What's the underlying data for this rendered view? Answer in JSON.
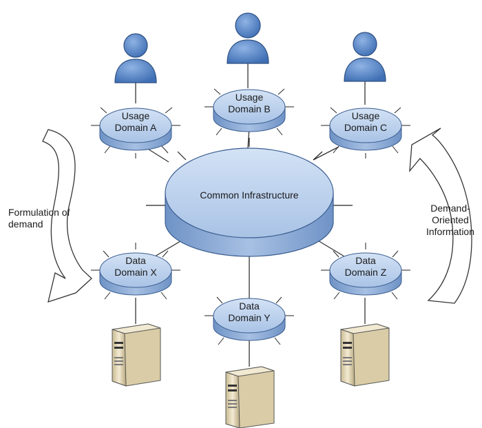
{
  "diagram": {
    "center": {
      "label": "Common Infrastructure"
    },
    "usage_domains": [
      {
        "line1": "Usage",
        "line2": "Domain A"
      },
      {
        "line1": "Usage",
        "line2": "Domain B"
      },
      {
        "line1": "Usage",
        "line2": "Domain C"
      }
    ],
    "data_domains": [
      {
        "line1": "Data",
        "line2": "Domain X"
      },
      {
        "line1": "Data",
        "line2": "Domain Y"
      },
      {
        "line1": "Data",
        "line2": "Domain Z"
      }
    ],
    "left_flow": {
      "line1": "Formulation of",
      "line2": "demand"
    },
    "right_flow": {
      "line1": "Demand-",
      "line2": "Oriented",
      "line3": "Information"
    },
    "colors": {
      "node_top": "#bcd2ec",
      "node_side": "#7a9ccc",
      "node_stroke": "#3a5d8f",
      "user_fill": "#4f7fc4",
      "server_fill": "#e6dcc0"
    }
  }
}
